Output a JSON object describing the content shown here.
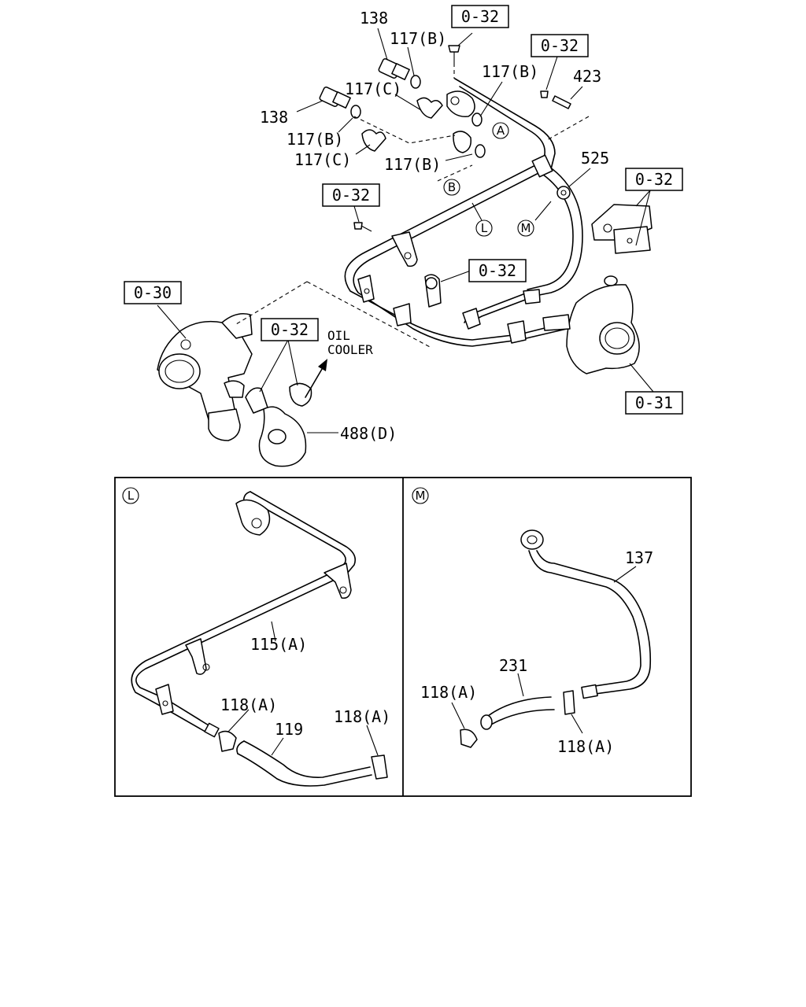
{
  "refs": {
    "r1": "0-32",
    "r2": "0-32",
    "r3": "0-32",
    "r4": "0-32",
    "r5": "0-32",
    "r6": "0-32",
    "r7": "0-30",
    "r8": "0-31"
  },
  "labels": {
    "p138_top": "138",
    "p117b_top": "117(B)",
    "p117c_top": "117(C)",
    "p138_left": "138",
    "p117b_right": "117(B)",
    "p423": "423",
    "p117b_left": "117(B)",
    "p117c_left": "117(C)",
    "p117b_mid": "117(B)",
    "p525": "525",
    "p488d": "488(D)",
    "oil_cooler_1": "OIL",
    "oil_cooler_2": "COOLER"
  },
  "markers": {
    "a": "A",
    "b": "B",
    "l_main": "L",
    "m_main": "M",
    "l_panel": "L",
    "m_panel": "M"
  },
  "panel_l": {
    "p115a": "115(A)",
    "p118a_1": "118(A)",
    "p119": "119",
    "p118a_2": "118(A)"
  },
  "panel_m": {
    "p137": "137",
    "p231": "231",
    "p118a_1": "118(A)",
    "p118a_2": "118(A)"
  }
}
